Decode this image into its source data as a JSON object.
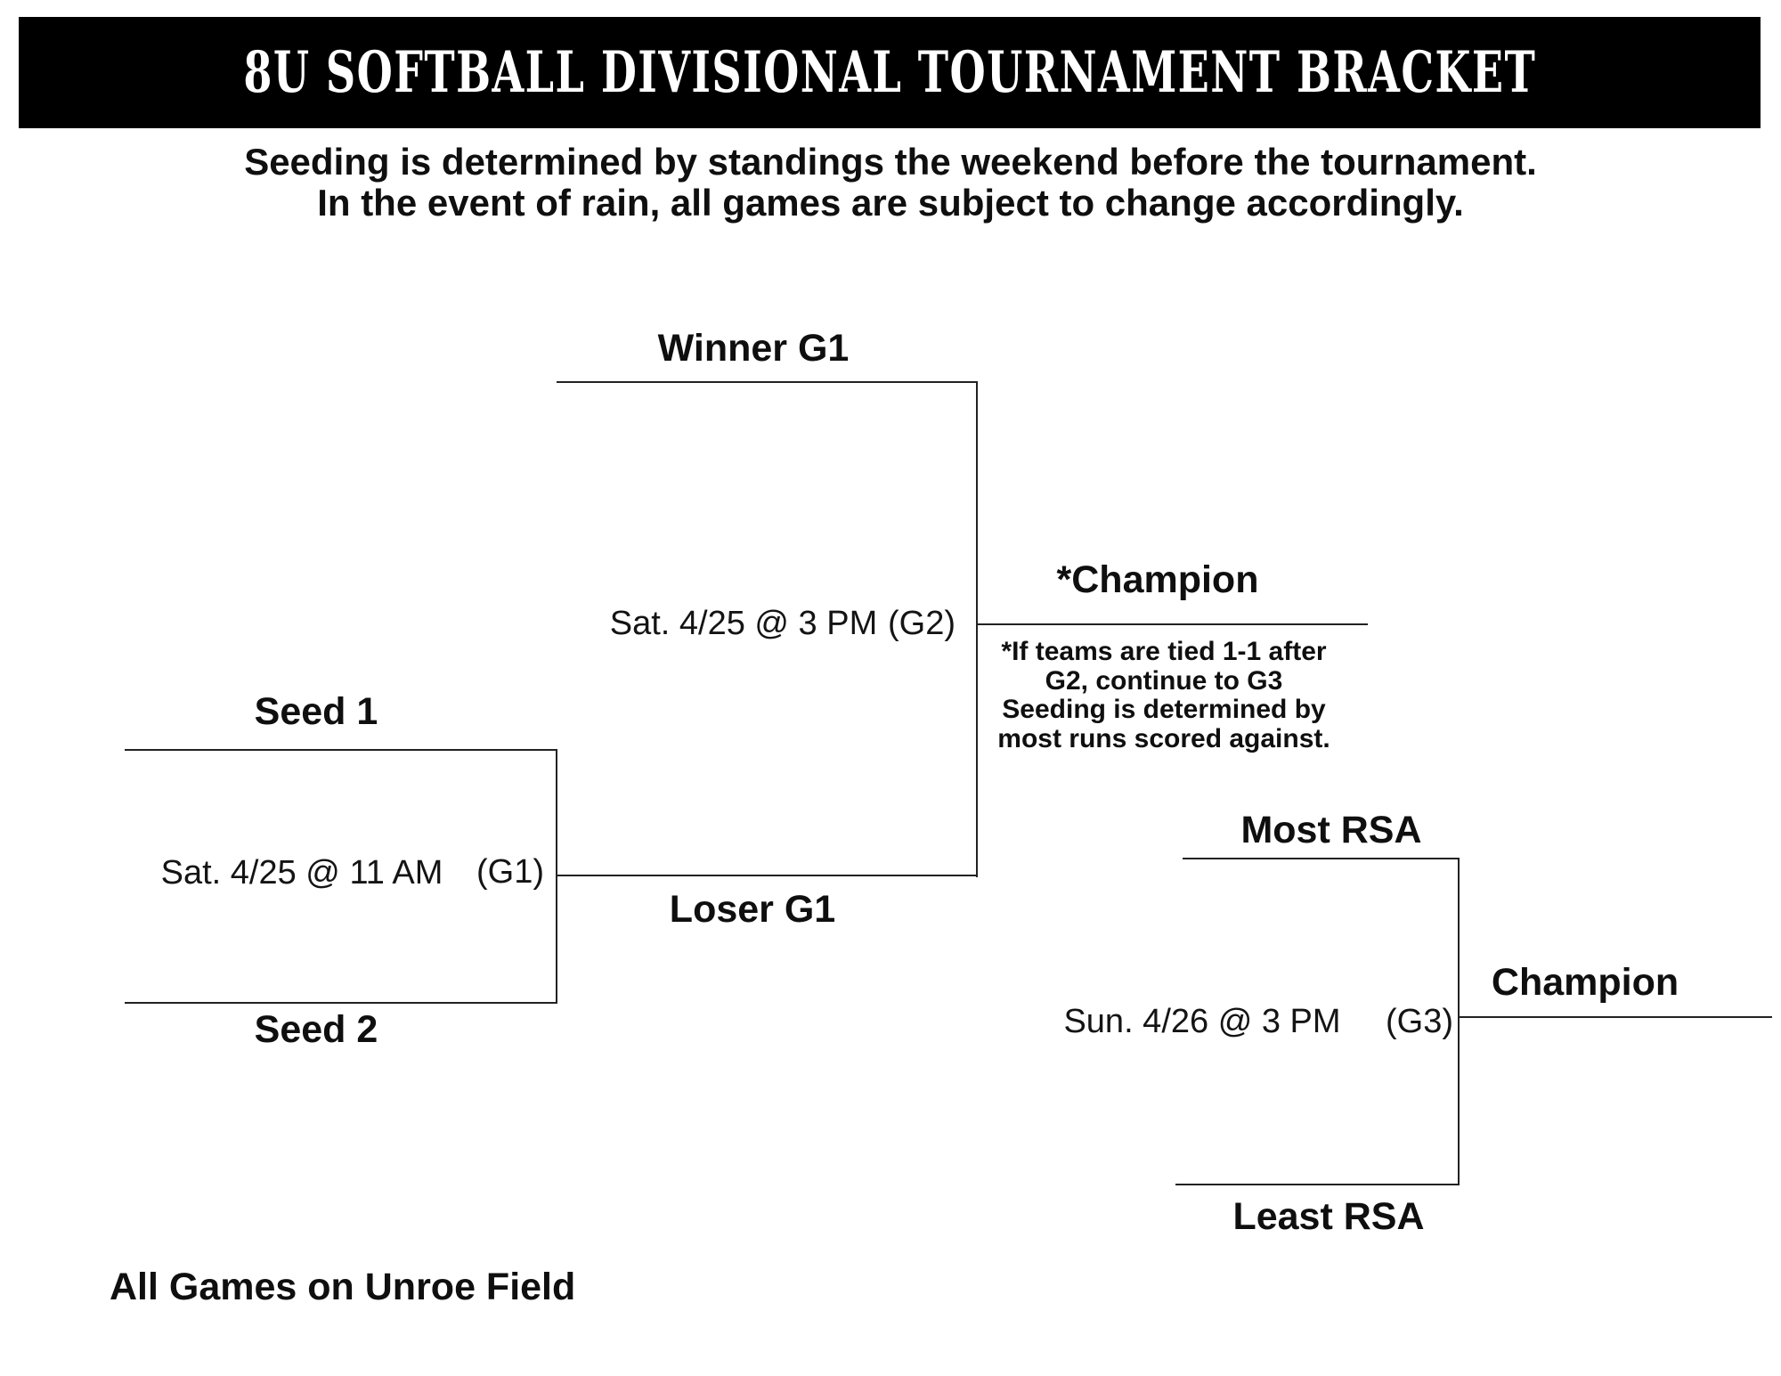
{
  "title": "8U SOFTBALL DIVISIONAL TOURNAMENT BRACKET",
  "subtitle": {
    "line1": "Seeding is determined by standings the weekend before the tournament.",
    "line2": "In the event of rain, all games are subject to change accordingly."
  },
  "bracket": {
    "game1": {
      "top_label": "Seed 1",
      "bottom_label": "Seed 2",
      "schedule": "Sat. 4/25 @ 11 AM",
      "game_id": "(G1)",
      "loser_label": "Loser G1",
      "winner_label": "Winner G1"
    },
    "game2": {
      "result_label": "*Champion",
      "schedule": "Sat. 4/25 @ 3 PM",
      "game_id": "(G2)",
      "note_lines": [
        "*If teams are tied 1-1 after",
        "G2, continue to G3",
        "Seeding is determined by",
        "most runs scored against."
      ]
    },
    "game3": {
      "top_label": "Most RSA",
      "bottom_label": "Least RSA",
      "schedule": "Sun. 4/26 @ 3 PM",
      "game_id": "(G3)",
      "result_label": "Champion"
    }
  },
  "footer": "All Games on Unroe Field",
  "colors": {
    "banner_bg": "#000000",
    "banner_text": "#ffffff",
    "line": "#222222",
    "text": "#0f0f0f"
  }
}
